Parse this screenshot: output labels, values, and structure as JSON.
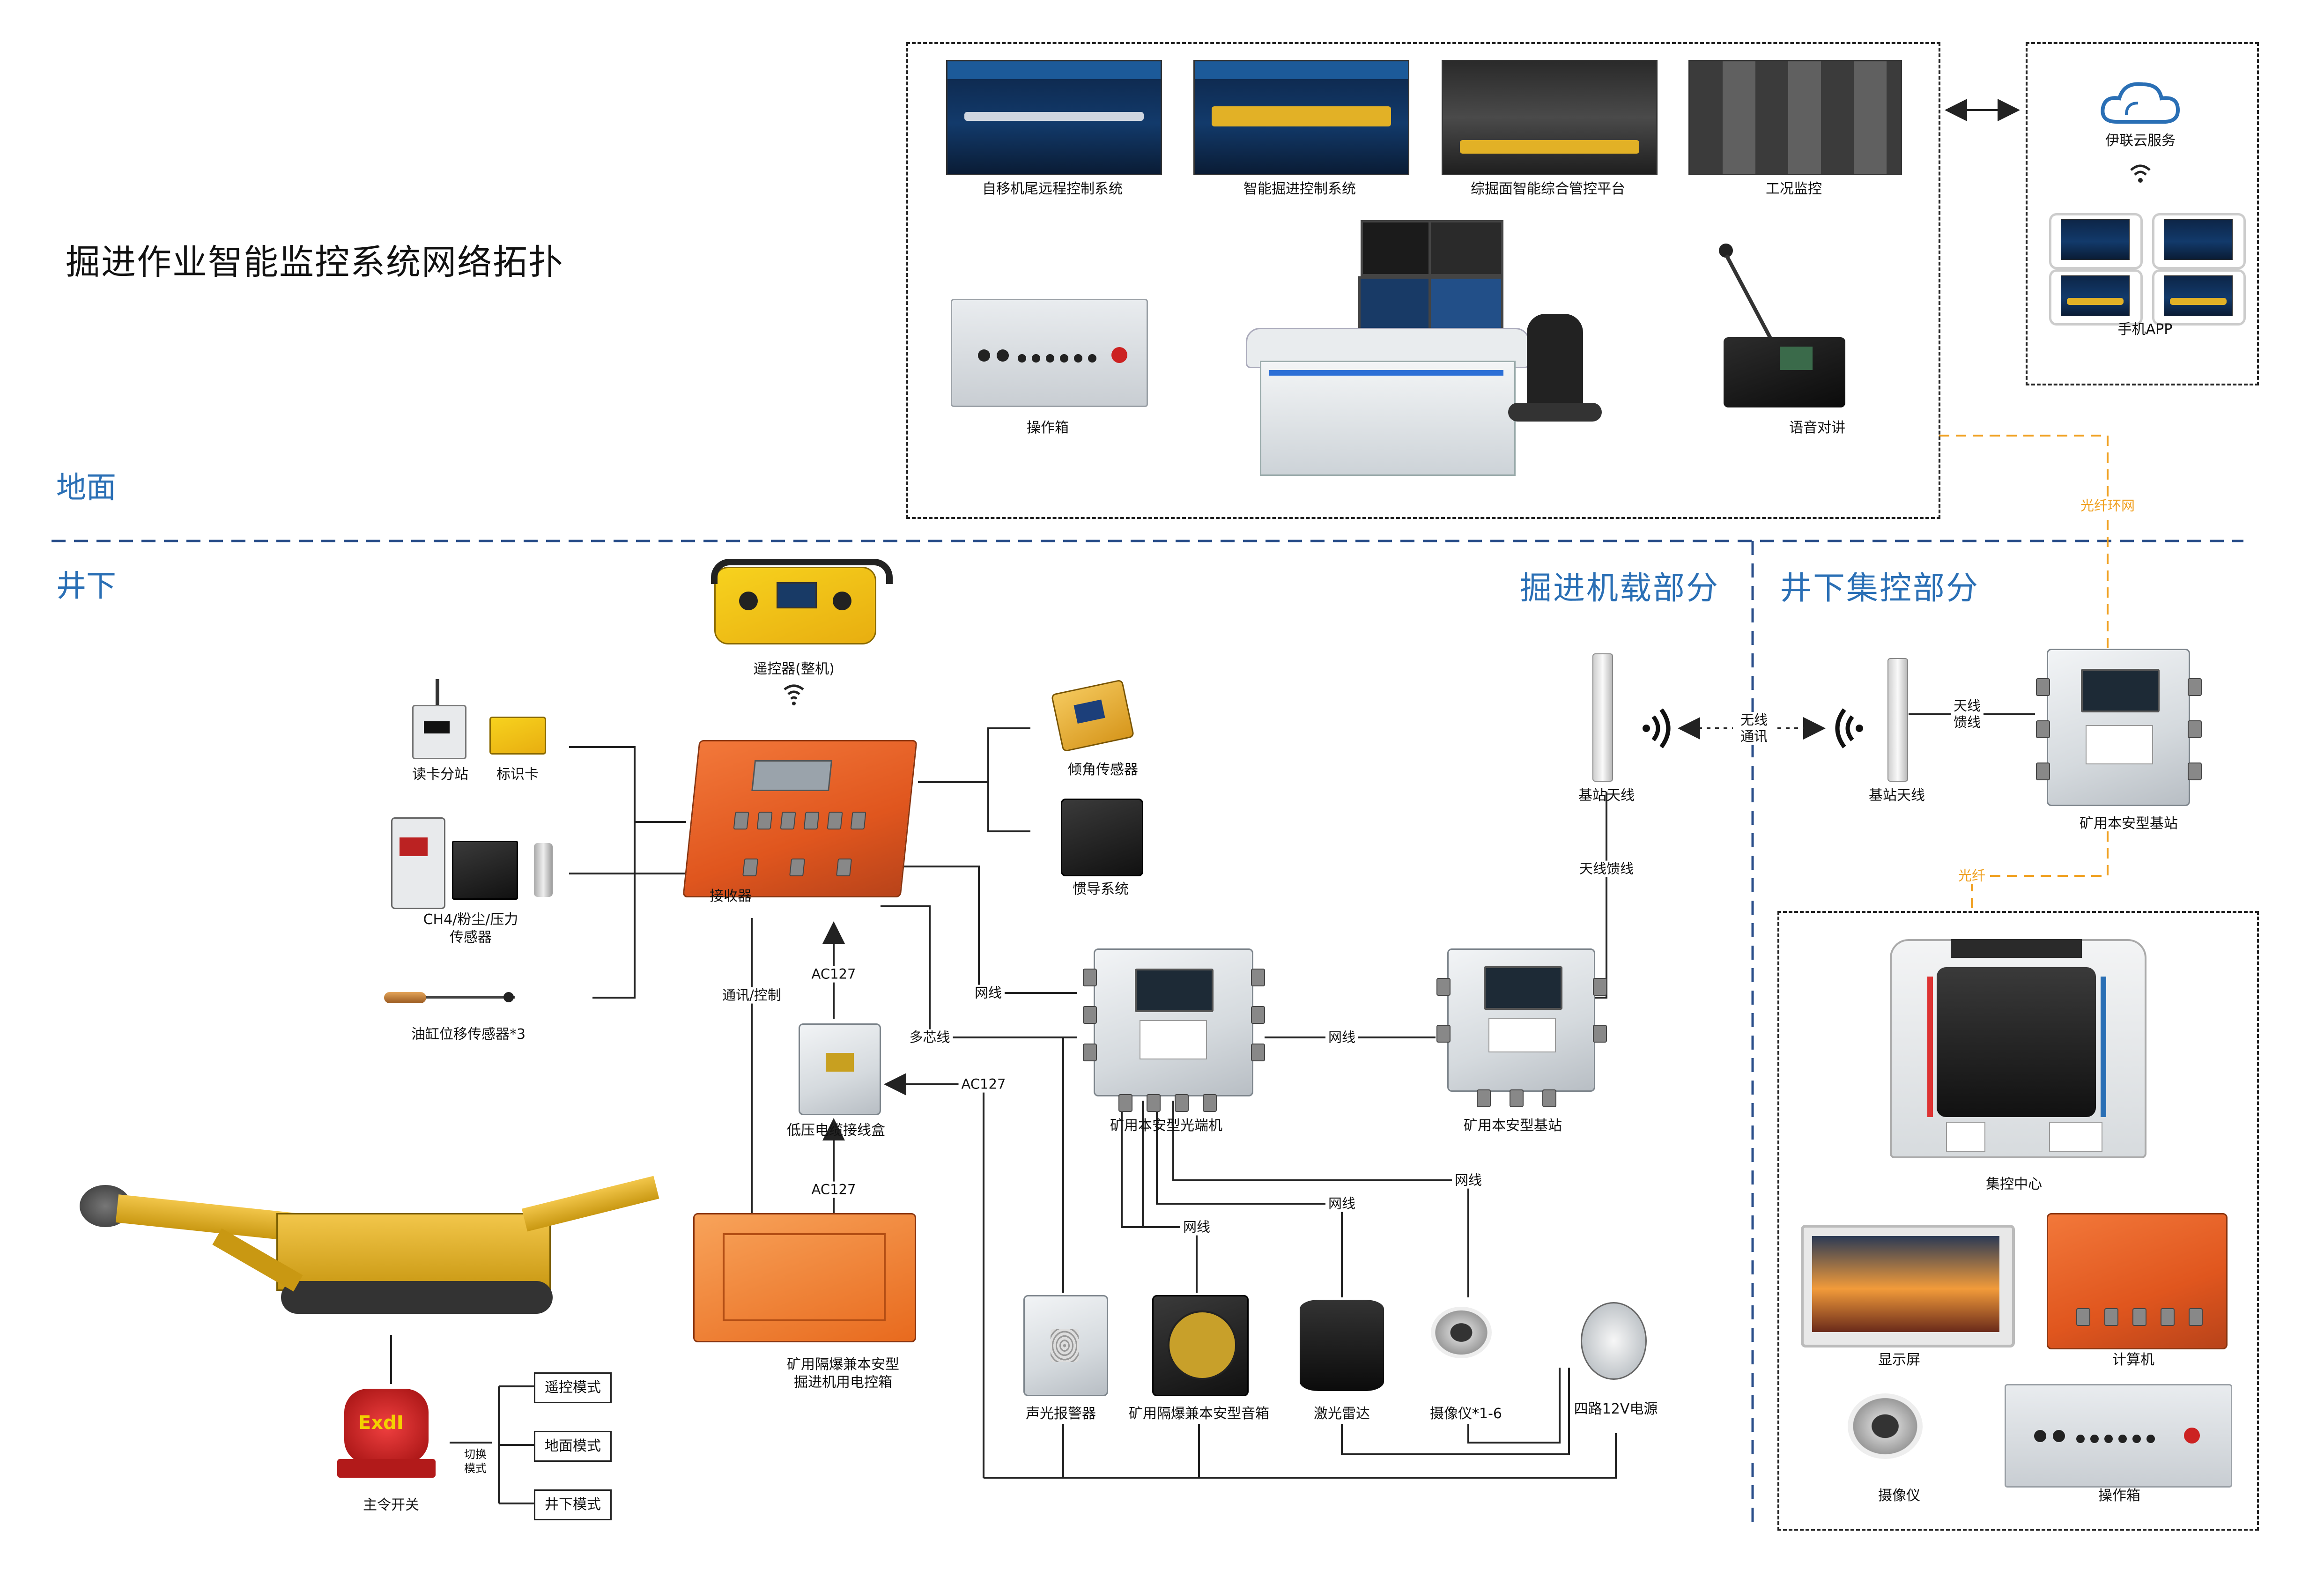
{
  "title": "掘进作业智能监控系统网络拓扑",
  "zones": {
    "surface": "地面",
    "underground": "井下"
  },
  "sections": {
    "onboard": "掘进机载部分",
    "central": "井下集控部分"
  },
  "surface": {
    "screens": [
      {
        "label": "自移机尾远程控制系统"
      },
      {
        "label": "智能掘进控制系统"
      },
      {
        "label": "综掘面智能综合管控平台"
      },
      {
        "label": "工况监控"
      }
    ],
    "operator_box": "操作箱",
    "voice_intercom": "语音对讲"
  },
  "cloud": {
    "service": "伊联云服务",
    "app": "手机APP"
  },
  "devices": {
    "remote": "遥控器(整机)",
    "card_reader": "读卡分站",
    "id_card": "标识卡",
    "gas_sensor": "CH4/粉尘/压力\n传感器",
    "cylinder_sensor": "油缸位移传感器*3",
    "receiver": "接收器",
    "tilt_sensor": "倾角传感器",
    "ins": "惯导系统",
    "junction_box": "低压电缆接线盒",
    "control_box": "矿用隔爆兼本安型\n掘进机用电控箱",
    "main_switch": "主令开关",
    "switch_mode": "切换\n模式",
    "modes": [
      "遥控模式",
      "地面模式",
      "井下模式"
    ],
    "optical_terminal": "矿用本安型光端机",
    "base_station_onboard": "矿用本安型基站",
    "antenna_left": "基站天线",
    "antenna_right": "基站天线",
    "base_station_central": "矿用本安型基站",
    "alarm": "声光报警器",
    "speaker": "矿用隔爆兼本安型音箱",
    "lidar": "激光雷达",
    "camera": "摄像仪*1-6",
    "power": "四路12V电源",
    "central_center": "集控中心",
    "display": "显示屏",
    "computer": "计算机",
    "camera_central": "摄像仪",
    "operator_box_central": "操作箱"
  },
  "wire_labels": {
    "network": "网线",
    "multicore": "多芯线",
    "ac127": "AC127",
    "comm": "通讯/控制",
    "wireless": "无线\n通讯",
    "feeder": "天线馈线",
    "feeder2": "天线\n馈线",
    "fiber_ring": "光纤环网",
    "fiber": "光纤"
  },
  "colors": {
    "zone_blue": "#2a6fb5",
    "fiber_orange": "#f0a020",
    "device_orange": "#e0561e"
  }
}
